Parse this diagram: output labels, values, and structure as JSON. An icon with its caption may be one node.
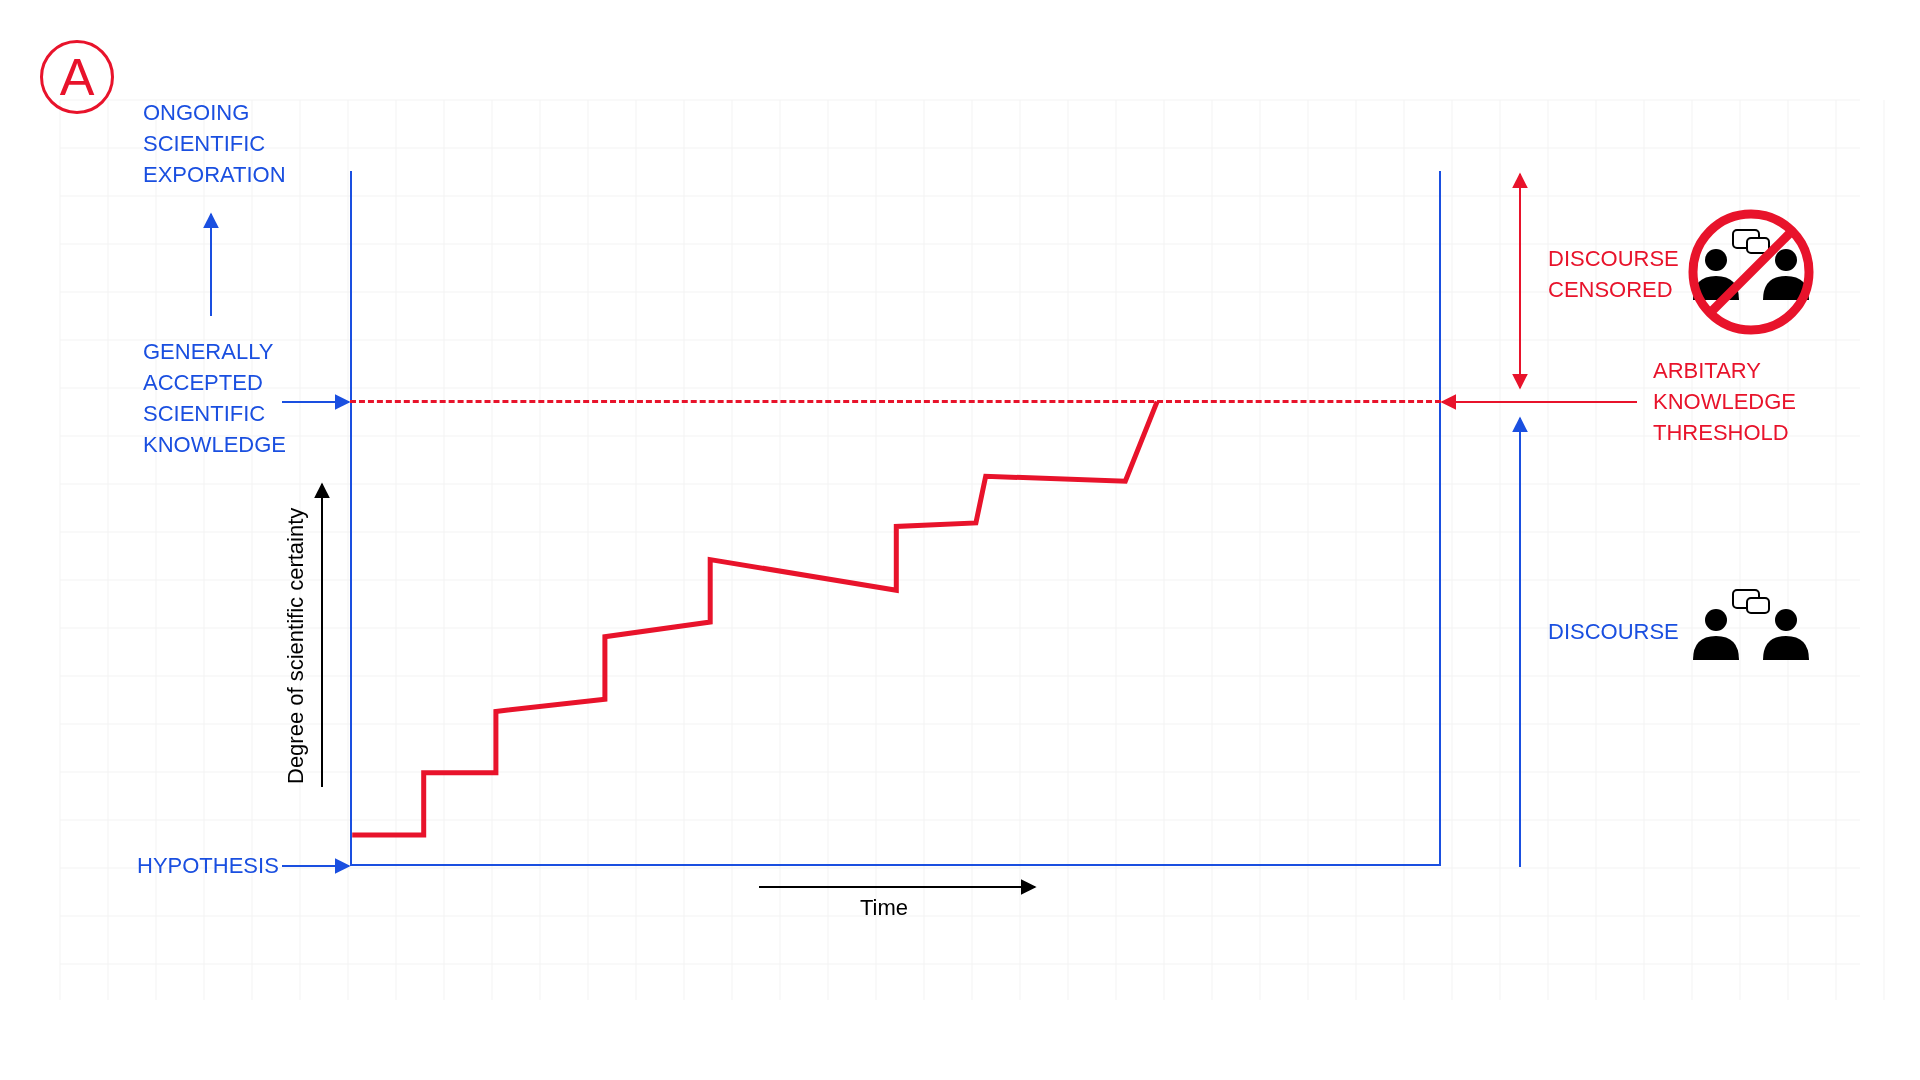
{
  "diagram": {
    "nodes": [
      {
        "text": [
          "A"
        ]
      },
      {
        "text": [
          "ONGOING SCIENTIFIC EXPORATION"
        ]
      },
      {
        "text": [
          "GENERALLY ACCEPTED SCIENTIFIC KNOWLEDGE"
        ]
      },
      {
        "text": [
          "HYPOTHESIS"
        ]
      },
      {
        "text": [],
        "shape": "box"
      },
      {
        "text": [],
        "shape": "line",
        "in": 4
      },
      {
        "text": [
          "ARBITARY KNOWLEDGE THRESHOLD"
        ]
      }
    ],
    "edges": [
      {
        "from": 2,
        "to": 1,
        "arrow": "to"
      },
      {
        "from": 2,
        "to": 5,
        "arrow": "to"
      },
      {
        "from": 3,
        "to": 4,
        "arrow": "to"
      },
      {
        "from": 6,
        "to": 5,
        "arrow": "to",
        "color": "#e8132b"
      }
    ],
    "labels": [
      "DISCOURSE CENSORED",
      "Degree of scientific certainty",
      "DISCOURSE",
      "Time"
    ]
  }
}
